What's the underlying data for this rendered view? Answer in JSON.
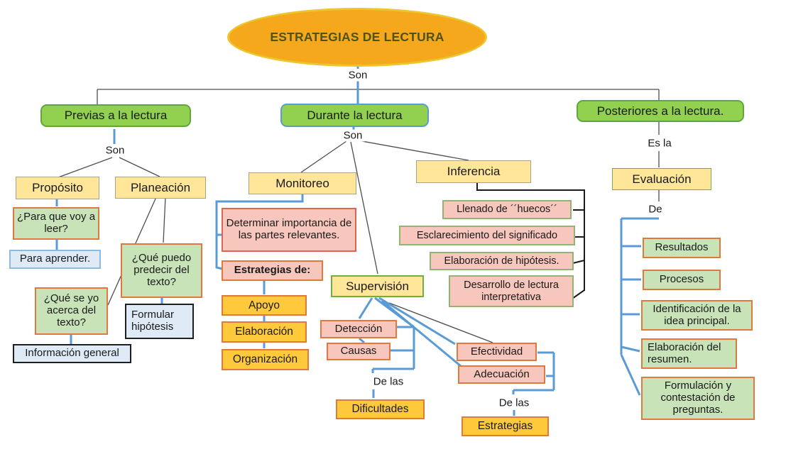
{
  "title": "ESTRATEGIAS DE LECTURA",
  "connector_labels": {
    "son_top": "Son",
    "son_left": "Son",
    "son_mid": "Son",
    "es_la": "Es la",
    "de": "De",
    "de_las_dificultades": "De las",
    "de_las_estrategias": "De las"
  },
  "nodes": {
    "previas": "Previas a la lectura",
    "durante": "Durante la lectura",
    "posteriores": "Posteriores a la lectura.",
    "proposito": "Propósito",
    "planeacion": "Planeación",
    "para_que": "¿Para que voy a leer?",
    "para_aprender": "Para aprender.",
    "que_se": "¿Qué se yo acerca del texto?",
    "informacion_general": "Información general",
    "que_puedo": "¿Qué puedo predecir del texto?",
    "formular_hipotesis": "Formular hipótesis",
    "monitoreo": "Monitoreo",
    "determinar": "Determinar importancia de las partes relevantes.",
    "estrategias_de": "Estrategias de:",
    "apoyo": "Apoyo",
    "elaboracion": "Elaboración",
    "organizacion": "Organización",
    "supervision": "Supervisión",
    "deteccion": "Detección",
    "causas": "Causas",
    "dificultades": "Dificultades",
    "efectividad": "Efectividad",
    "adecuacion": "Adecuación",
    "estrategias": "Estrategias",
    "inferencia": "Inferencia",
    "llenado": "Llenado de ´´huecos´´",
    "esclarecimiento": "Esclarecimiento del significado",
    "elaboracion_hipotesis": "Elaboración de hipótesis.",
    "desarrollo": "Desarrollo de lectura interpretativa",
    "evaluacion": "Evaluación",
    "resultados": "Resultados",
    "procesos": "Procesos",
    "identificacion": "Identificación de la idea principal.",
    "elaboracion_resumen": "Elaboración del resumen.",
    "formulacion": "Formulación y contestación de preguntas."
  },
  "colors": {
    "ellipse_fill": "#F5A81C",
    "ellipse_border": "#ECC52F",
    "ellipse_text": "#4E531A",
    "green_header_fill": "#92D050",
    "green_header_border": "#62A53C",
    "blue_accent_border": "#5B9BD5",
    "yellow_node_fill": "#FFE699",
    "light_green_fill": "#C9E3B9",
    "pink_fill": "#F7C6BC",
    "gold_fill": "#FFC93C",
    "light_blue_fill": "#DEEAF6",
    "orange_border": "#E0793D",
    "green_sub_border": "#92B472",
    "blue_line": "#5B9BD5",
    "thin_line": "#4D4D4D",
    "black_line": "#1A1A1A"
  }
}
